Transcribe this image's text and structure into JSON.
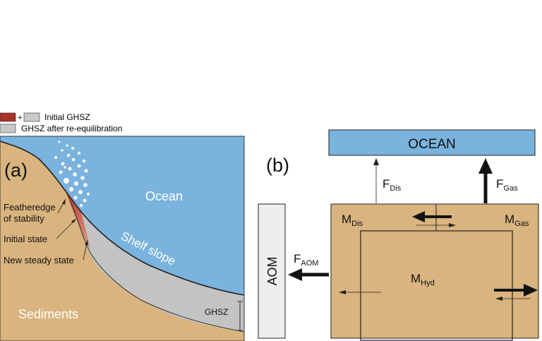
{
  "legend": {
    "plus": "+",
    "initial_label": "Initial GHSZ",
    "after_label": "GHSZ after re-equilibration",
    "colors": {
      "red": "#a8322a",
      "gray": "#c8c8c8"
    }
  },
  "panel_a": {
    "tag": "(a)",
    "ocean": "Ocean",
    "shelf": "Shelf slope",
    "sediments": "Sediments",
    "ghsz": "GHSZ",
    "featheredge_line1": "Featheredge",
    "featheredge_line2": "of stability",
    "initial_state": "Initial state",
    "new_state": "New steady state",
    "colors": {
      "ocean": "#7ab3dd",
      "sediment": "#d9b47e",
      "ghsz": "#c3c3c3"
    }
  },
  "panel_b": {
    "tag": "(b)",
    "ocean": "OCEAN",
    "aom": "AOM",
    "f_dis": {
      "main": "F",
      "sub": "Dis"
    },
    "f_gas": {
      "main": "F",
      "sub": "Gas"
    },
    "f_aom": {
      "main": "F",
      "sub": "AOM"
    },
    "m_dis": {
      "main": "M",
      "sub": "Dis"
    },
    "m_gas": {
      "main": "M",
      "sub": "Gas"
    },
    "m_hyd": {
      "main": "M",
      "sub": "Hyd"
    }
  }
}
